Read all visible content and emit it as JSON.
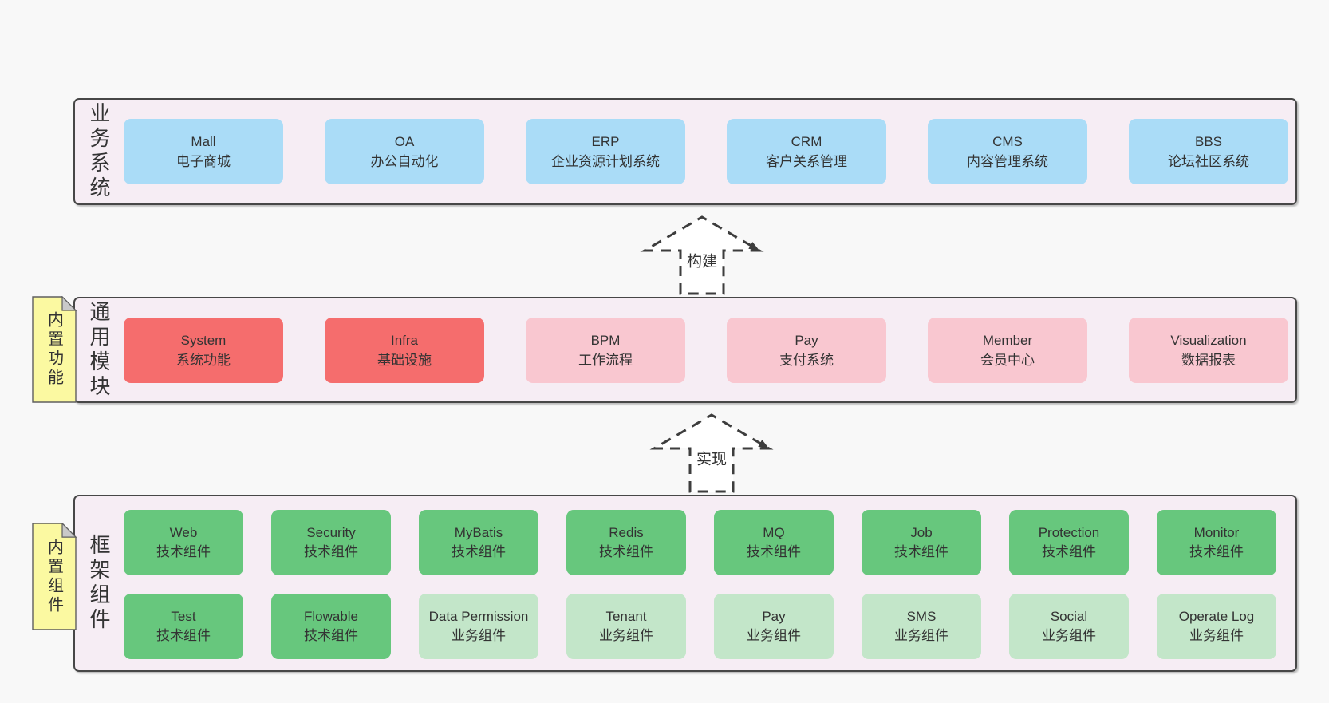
{
  "colors": {
    "page_bg": "#f8f8f8",
    "panel_bg": "#f6edf4",
    "panel_border": "#474747",
    "blue": "#aadcf7",
    "red": "#f56d6d",
    "pink": "#f9c7d0",
    "green": "#67c77d",
    "green_light": "#c3e6c9",
    "sticky_yellow": "#fbf9a1",
    "sticky_fold": "#c9c9c9",
    "arrow_stroke": "#3d3d3d",
    "text": "#333333"
  },
  "arrows": [
    {
      "label": "构建"
    },
    {
      "label": "实现"
    }
  ],
  "layers": [
    {
      "title": "业务系统",
      "boxes": [
        {
          "name": "Mall",
          "subtitle": "电子商城"
        },
        {
          "name": "OA",
          "subtitle": "办公自动化"
        },
        {
          "name": "ERP",
          "subtitle": "企业资源计划系统"
        },
        {
          "name": "CRM",
          "subtitle": "客户关系管理"
        },
        {
          "name": "CMS",
          "subtitle": "内容管理系统"
        },
        {
          "name": "BBS",
          "subtitle": "论坛社区系统"
        }
      ]
    },
    {
      "title": "通用模块",
      "sticky": "内置功能",
      "boxes": [
        {
          "name": "System",
          "subtitle": "系统功能"
        },
        {
          "name": "Infra",
          "subtitle": "基础设施"
        },
        {
          "name": "BPM",
          "subtitle": "工作流程"
        },
        {
          "name": "Pay",
          "subtitle": "支付系统"
        },
        {
          "name": "Member",
          "subtitle": "会员中心"
        },
        {
          "name": "Visualization",
          "subtitle": "数据报表"
        }
      ]
    },
    {
      "title": "框架组件",
      "sticky": "内置组件",
      "rows": [
        [
          {
            "name": "Web",
            "subtitle": "技术组件"
          },
          {
            "name": "Security",
            "subtitle": "技术组件"
          },
          {
            "name": "MyBatis",
            "subtitle": "技术组件"
          },
          {
            "name": "Redis",
            "subtitle": "技术组件"
          },
          {
            "name": "MQ",
            "subtitle": "技术组件"
          },
          {
            "name": "Job",
            "subtitle": "技术组件"
          },
          {
            "name": "Protection",
            "subtitle": "技术组件"
          },
          {
            "name": "Monitor",
            "subtitle": "技术组件"
          }
        ],
        [
          {
            "name": "Test",
            "subtitle": "技术组件"
          },
          {
            "name": "Flowable",
            "subtitle": "技术组件"
          },
          {
            "name": "Data Permission",
            "subtitle": "业务组件"
          },
          {
            "name": "Tenant",
            "subtitle": "业务组件"
          },
          {
            "name": "Pay",
            "subtitle": "业务组件"
          },
          {
            "name": "SMS",
            "subtitle": "业务组件"
          },
          {
            "name": "Social",
            "subtitle": "业务组件"
          },
          {
            "name": "Operate Log",
            "subtitle": "业务组件"
          }
        ]
      ]
    }
  ]
}
